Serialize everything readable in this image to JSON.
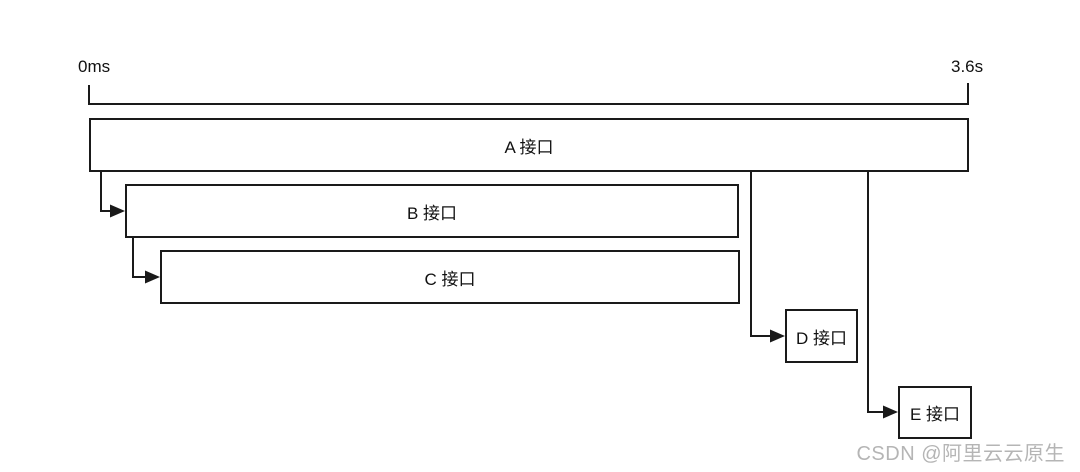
{
  "diagram": {
    "timeline": {
      "start_label": "0ms",
      "end_label": "3.6s"
    },
    "nodes": [
      {
        "id": "A",
        "label": "A 接口"
      },
      {
        "id": "B",
        "label": "B 接口"
      },
      {
        "id": "C",
        "label": "C 接口"
      },
      {
        "id": "D",
        "label": "D 接口"
      },
      {
        "id": "E",
        "label": "E 接口"
      }
    ],
    "edges": [
      {
        "from": "A",
        "to": "B"
      },
      {
        "from": "B",
        "to": "C"
      },
      {
        "from": "A",
        "to": "D"
      },
      {
        "from": "A",
        "to": "E"
      }
    ]
  },
  "watermark": {
    "text": "CSDN @阿里云云原生"
  },
  "colors": {
    "line": "#1a1a1a",
    "background": "#ffffff",
    "watermark": "#b5b5b5"
  }
}
